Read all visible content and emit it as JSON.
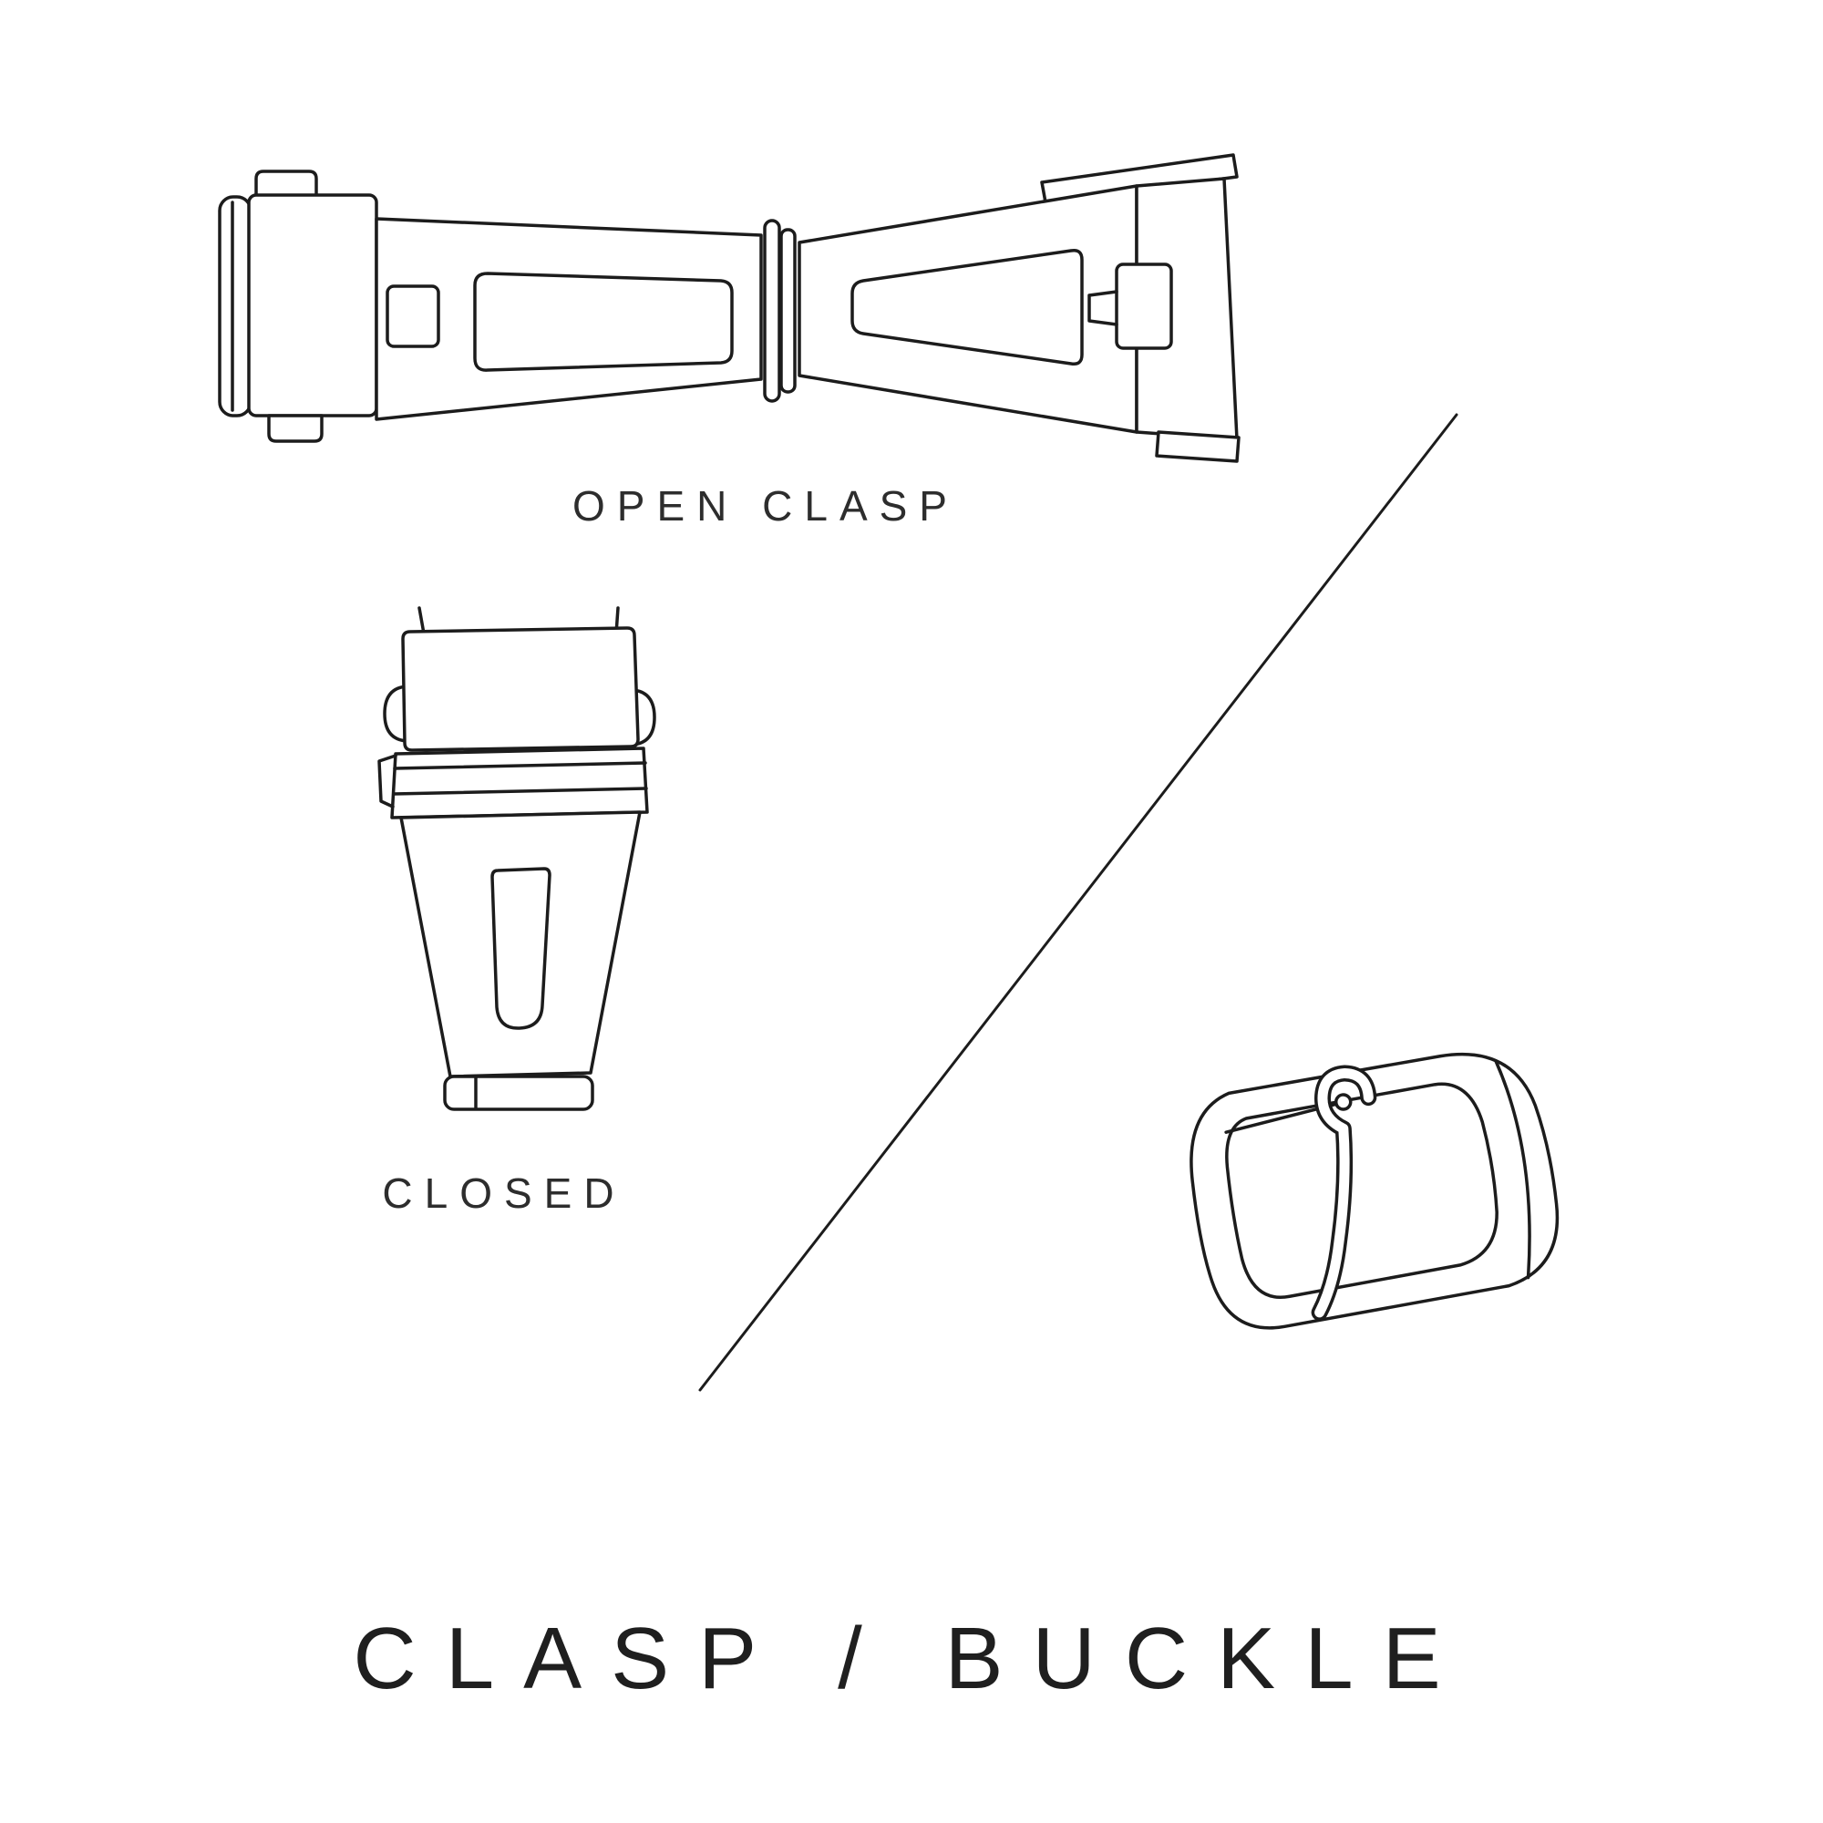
{
  "page": {
    "background": "#ffffff",
    "line_color": "#1c1c1c",
    "text_color": "#2d2d2d"
  },
  "captions": {
    "open_clasp": "OPEN CLASP",
    "closed": "CLOSED"
  },
  "title": "CLASP / BUCKLE",
  "illustrations": {
    "open_clasp": "open-clasp-illustration",
    "closed_clasp": "closed-clasp-illustration",
    "buckle": "tang-buckle-illustration",
    "divider": "divider-line"
  }
}
